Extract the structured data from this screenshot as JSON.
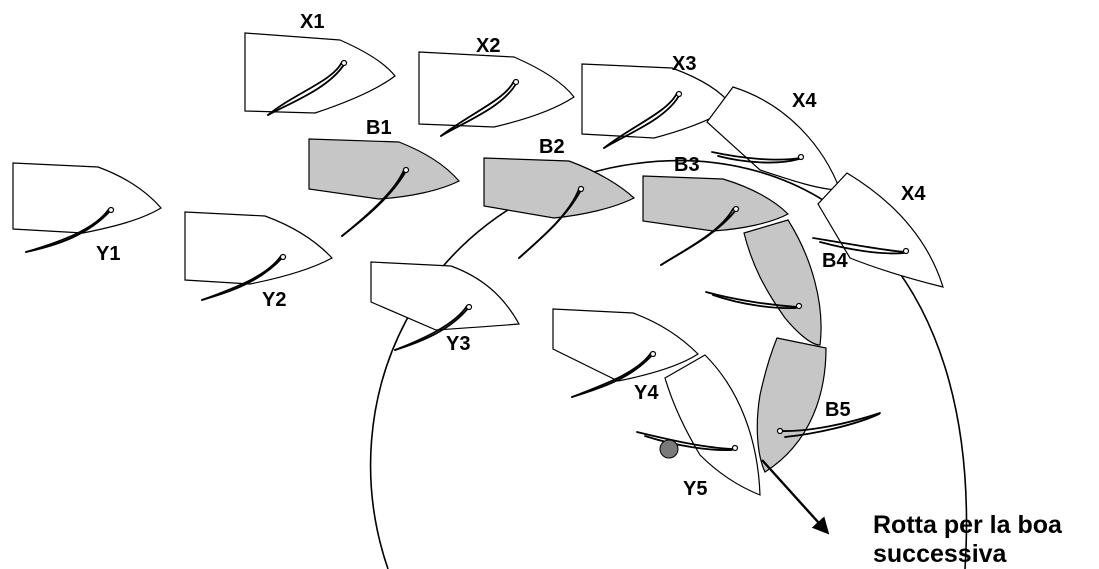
{
  "colors": {
    "boat_white": "#ffffff",
    "boat_gray": "#c6c6c6",
    "mark": "#7a7a7a",
    "line": "#000000"
  },
  "labels": {
    "x1": "X1",
    "x2": "X2",
    "x3": "X3",
    "x4a": "X4",
    "x4b": "X4",
    "b1": "B1",
    "b2": "B2",
    "b3": "B3",
    "b4": "B4",
    "b5": "B5",
    "y1": "Y1",
    "y2": "Y2",
    "y3": "Y3",
    "y4": "Y4",
    "y5": "Y5"
  },
  "caption": {
    "line1": "Rotta per la boa",
    "line2": "successiva"
  }
}
